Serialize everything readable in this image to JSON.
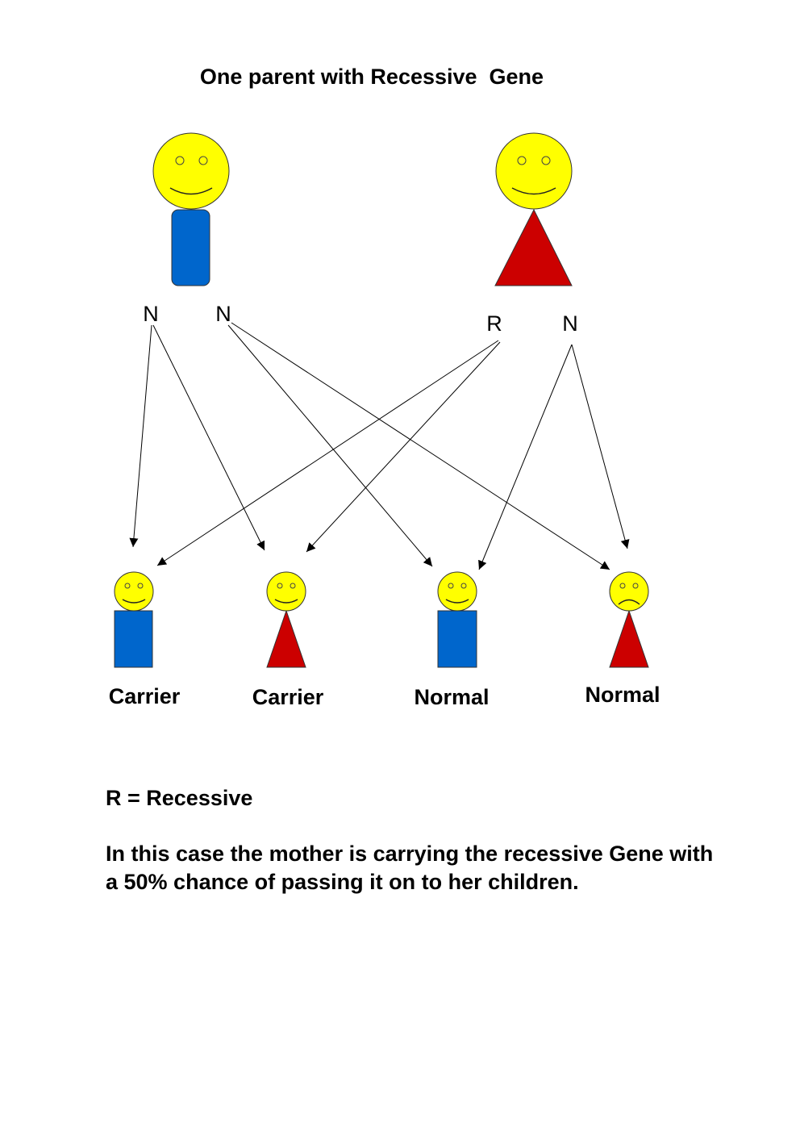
{
  "title": "One parent with Recessive  Gene",
  "colors": {
    "face": "#ffff00",
    "male": "#0066cc",
    "female": "#cc0000"
  },
  "father": {
    "alleles": [
      "N",
      "N"
    ],
    "icon": "male-figure-icon"
  },
  "mother": {
    "alleles": [
      "R",
      "N"
    ],
    "icon": "female-figure-icon"
  },
  "children": [
    {
      "label": "Carrier",
      "sex": "male",
      "expression": "smile"
    },
    {
      "label": "Carrier",
      "sex": "female",
      "expression": "smile"
    },
    {
      "label": "Normal",
      "sex": "male",
      "expression": "smile"
    },
    {
      "label": "Normal",
      "sex": "female",
      "expression": "frown"
    }
  ],
  "inheritance": [
    {
      "from": "father-allele-1",
      "to": "child-1"
    },
    {
      "from": "father-allele-1",
      "to": "child-2"
    },
    {
      "from": "father-allele-2",
      "to": "child-3"
    },
    {
      "from": "father-allele-2",
      "to": "child-4"
    },
    {
      "from": "mother-allele-1",
      "to": "child-1"
    },
    {
      "from": "mother-allele-1",
      "to": "child-2"
    },
    {
      "from": "mother-allele-2",
      "to": "child-3"
    },
    {
      "from": "mother-allele-2",
      "to": "child-4"
    }
  ],
  "legend": "R = Recessive",
  "explanation": "In this case the mother is carrying the recessive Gene with a 50% chance of passing it on to her children."
}
